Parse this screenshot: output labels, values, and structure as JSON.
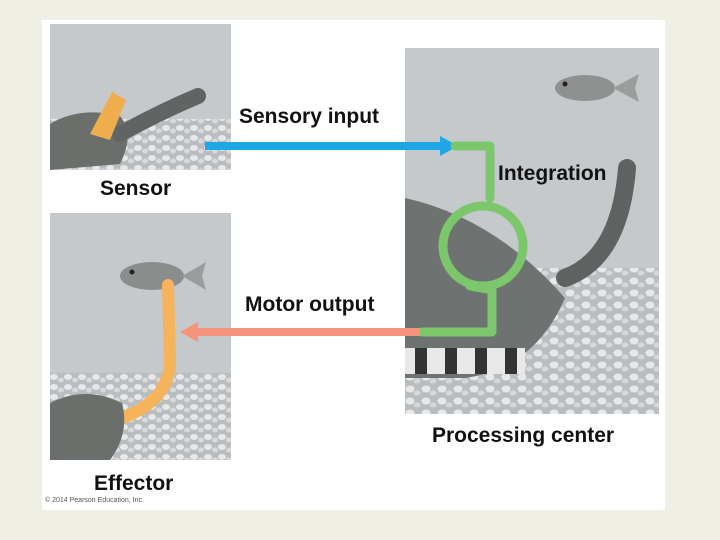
{
  "labels": {
    "sensory_input": "Sensory input",
    "integration": "Integration",
    "sensor": "Sensor",
    "motor_output": "Motor output",
    "effector": "Effector",
    "processing_center": "Processing center",
    "copyright": "© 2014 Pearson Education, Inc."
  },
  "colors": {
    "sensory_arrow": "#1ea7e6",
    "integration_loop": "#7cc66b",
    "motor_arrow": "#f4947a",
    "sensor_highlight": "#f0ad4e",
    "effector_highlight": "#f5b35c"
  }
}
